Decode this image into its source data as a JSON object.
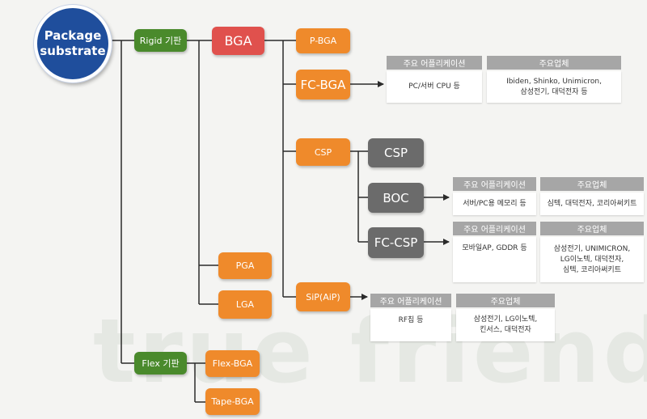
{
  "root": {
    "line1": "Package",
    "line2": "substrate"
  },
  "nodes": {
    "rigid": "Rigid 기판",
    "flex": "Flex 기판",
    "bga": "BGA",
    "pga": "PGA",
    "lga": "LGA",
    "pbga": "P-BGA",
    "fcbga": "FC-BGA",
    "csp": "CSP",
    "sip": "SiP(AiP)",
    "csp_sub": "CSP",
    "boc": "BOC",
    "fccsp": "FC-CSP",
    "flexbga": "Flex-BGA",
    "tapebga": "Tape-BGA"
  },
  "info_headers": {
    "app": "주요 어플리케이션",
    "vendor": "주요업체"
  },
  "info": {
    "fcbga": {
      "app": [
        "PC/서버 CPU 등"
      ],
      "vendor": [
        "Ibiden, Shinko, Unimicron,",
        "삼성전기, 대덕전자 등"
      ]
    },
    "boc": {
      "app": [
        "서버/PC용 메모리 등"
      ],
      "vendor": [
        "심텍, 대덕전자, 코리아써키트"
      ]
    },
    "fccsp": {
      "app": [
        "모바일AP, GDDR 등"
      ],
      "vendor": [
        "삼성전기, UNIMICRON,",
        "LG이노텍, 대덕전자,",
        "심텍, 코리아써키트"
      ]
    },
    "sip": {
      "app": [
        "RF칩 등"
      ],
      "vendor": [
        "삼성전기, LG이노텍,",
        "킨서스, 대덕전자"
      ]
    }
  },
  "watermark": "true friend",
  "colors": {
    "root": "#1f4e9c",
    "green": "#4a8a2c",
    "red": "#e0514d",
    "orange": "#ef8a2b",
    "gray": "#6b6b6b",
    "header": "#a6a6a6",
    "line": "#2b2b2b"
  }
}
